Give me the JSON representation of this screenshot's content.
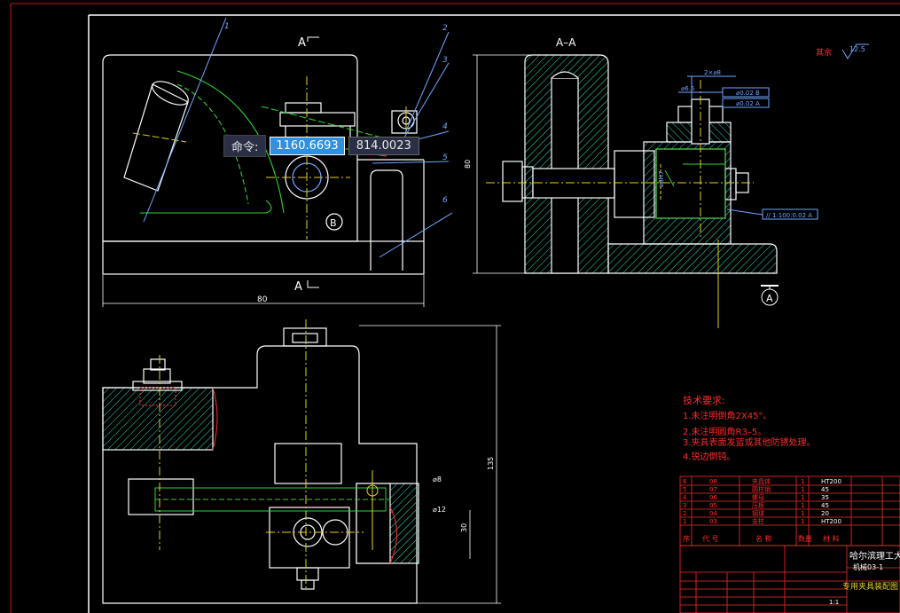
{
  "command_prompt": {
    "label": "命令:",
    "x_value": "1160.6693",
    "y_value": "814.0023"
  },
  "section_labels": {
    "a_top": "A",
    "a_bottom": "A",
    "aa": "A–A",
    "b_circle": "B",
    "a_circle": "A"
  },
  "dims": {
    "width_80": "80",
    "height_135": "135",
    "d1": "⌀8",
    "d2": "⌀12",
    "d3": "30",
    "d4": "2×⌀8"
  },
  "tech_req": {
    "title": "技术要求:",
    "items": [
      "1.未注明倒角2X45°。",
      "2.未注明圆角R3–5。",
      "3.夹具表面发蓝或其他防锈处理。",
      "4.锐边倒钝。"
    ]
  },
  "surface": {
    "label": "其余",
    "value": "12.5"
  },
  "parts_table": {
    "rows": [
      {
        "no": "6",
        "code": "08",
        "name": "夹具体",
        "qty": "1",
        "mat": "HT200"
      },
      {
        "no": "5",
        "code": "07",
        "name": "圆柱销",
        "qty": "1",
        "mat": "45"
      },
      {
        "no": "4",
        "code": "06",
        "name": "螺母",
        "qty": "1",
        "mat": "35"
      },
      {
        "no": "3",
        "code": "05",
        "name": "压板",
        "qty": "1",
        "mat": "45"
      },
      {
        "no": "2",
        "code": "04",
        "name": "钢球",
        "qty": "1",
        "mat": "20"
      },
      {
        "no": "1",
        "code": "03",
        "name": "支柱",
        "qty": "1",
        "mat": "HT200"
      }
    ],
    "header": {
      "no": "序",
      "code": "代 号",
      "name": "名 称",
      "qty": "数量",
      "mat": "材 料"
    }
  },
  "title_block": {
    "school": "哈尔滨理工大",
    "class": "机械03-1",
    "drawing": "专用夹具装配图",
    "scale": "1:1"
  }
}
